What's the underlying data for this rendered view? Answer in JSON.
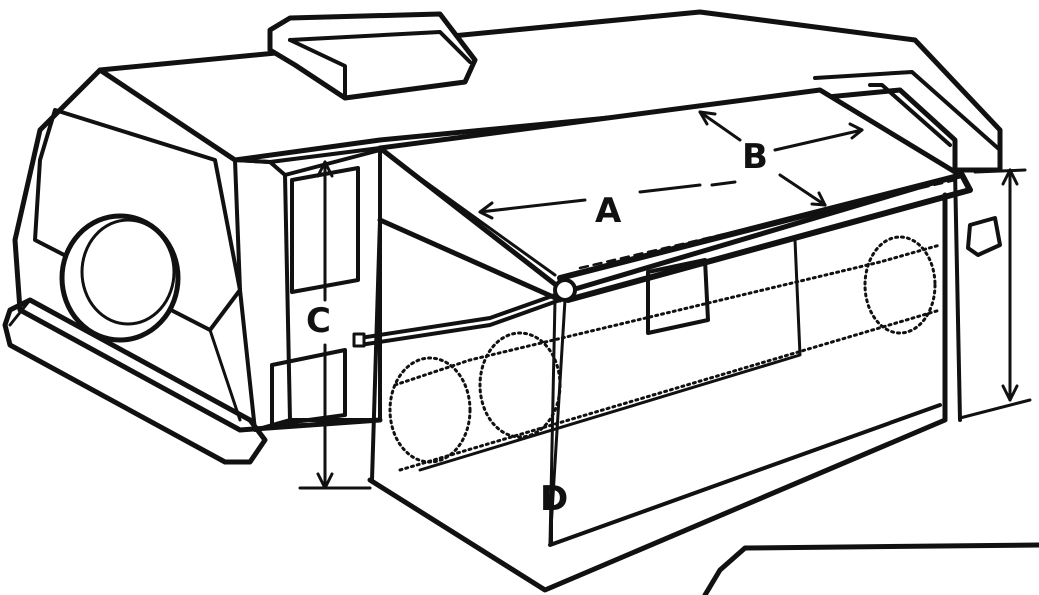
{
  "diagram": {
    "labels": {
      "a": "A",
      "b": "B",
      "c": "C",
      "d": "D"
    },
    "colors": {
      "ink": "#111111",
      "paper": "#ffffff"
    }
  }
}
